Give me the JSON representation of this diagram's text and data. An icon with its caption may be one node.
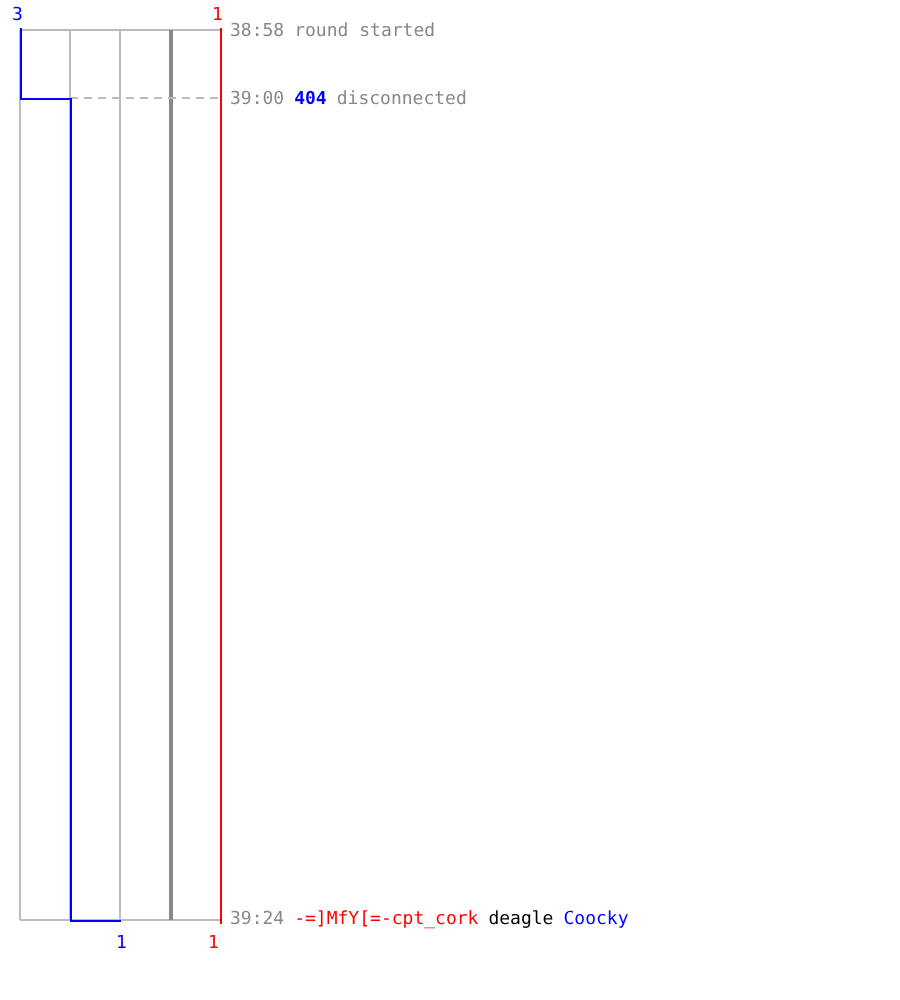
{
  "diagram": {
    "labels": [
      "3",
      "1",
      "38:58",
      "round started",
      "39:00",
      "404",
      "disconnected",
      "1",
      "1",
      "39:24",
      "-=]MfY[=-cpt_cork",
      "deagle",
      "Coocky"
    ]
  }
}
